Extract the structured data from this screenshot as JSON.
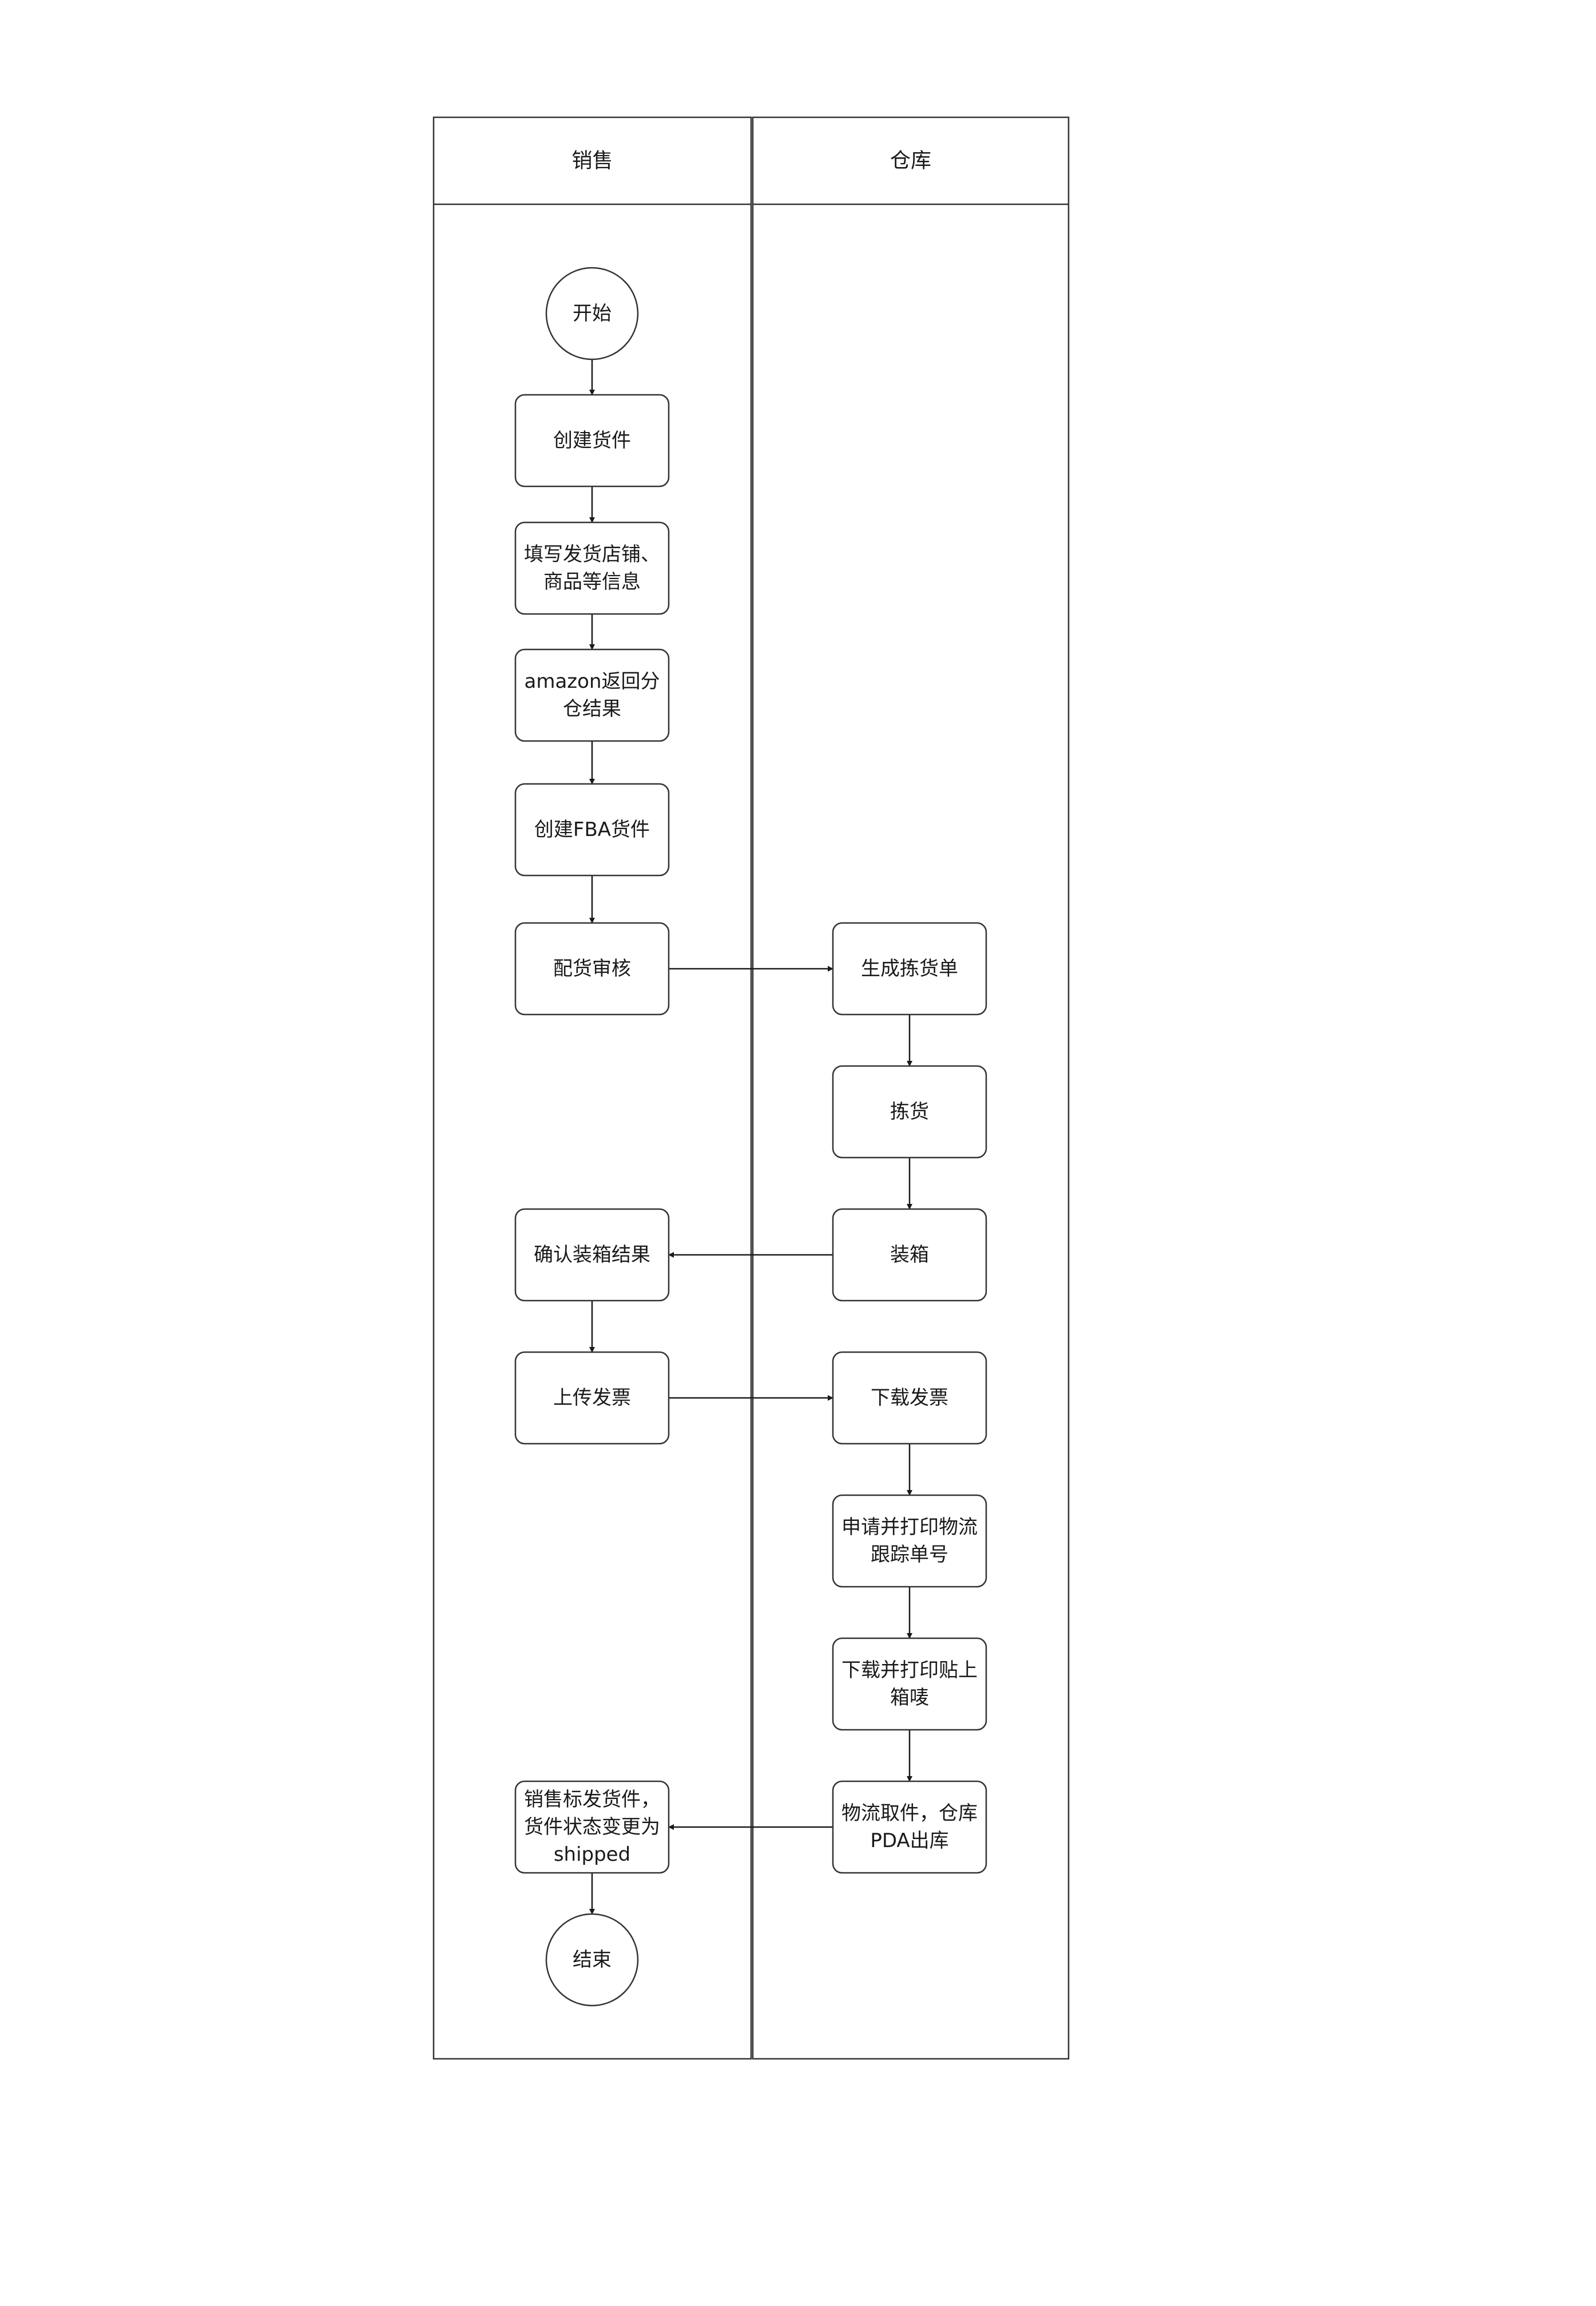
{
  "lanes": [
    {
      "id": "sales",
      "title": "销售"
    },
    {
      "id": "warehouse",
      "title": "仓库"
    }
  ],
  "nodes": [
    {
      "id": "start",
      "lane": "sales",
      "shape": "circle",
      "lines": [
        "开始"
      ]
    },
    {
      "id": "create-shipment",
      "lane": "sales",
      "shape": "rect",
      "lines": [
        "创建货件"
      ]
    },
    {
      "id": "fill-info",
      "lane": "sales",
      "shape": "rect",
      "lines": [
        "填写发货店铺、",
        "商品等信息"
      ]
    },
    {
      "id": "amazon-result",
      "lane": "sales",
      "shape": "rect",
      "lines": [
        "amazon返回分",
        "仓结果"
      ]
    },
    {
      "id": "create-fba",
      "lane": "sales",
      "shape": "rect",
      "lines": [
        "创建FBA货件"
      ]
    },
    {
      "id": "allocation-review",
      "lane": "sales",
      "shape": "rect",
      "lines": [
        "配货审核"
      ]
    },
    {
      "id": "generate-picklist",
      "lane": "warehouse",
      "shape": "rect",
      "lines": [
        "生成拣货单"
      ]
    },
    {
      "id": "picking",
      "lane": "warehouse",
      "shape": "rect",
      "lines": [
        "拣货"
      ]
    },
    {
      "id": "packing",
      "lane": "warehouse",
      "shape": "rect",
      "lines": [
        "装箱"
      ]
    },
    {
      "id": "confirm-packing",
      "lane": "sales",
      "shape": "rect",
      "lines": [
        "确认装箱结果"
      ]
    },
    {
      "id": "upload-invoice",
      "lane": "sales",
      "shape": "rect",
      "lines": [
        "上传发票"
      ]
    },
    {
      "id": "download-invoice",
      "lane": "warehouse",
      "shape": "rect",
      "lines": [
        "下载发票"
      ]
    },
    {
      "id": "apply-tracking",
      "lane": "warehouse",
      "shape": "rect",
      "lines": [
        "申请并打印物流",
        "跟踪单号"
      ]
    },
    {
      "id": "print-box-label",
      "lane": "warehouse",
      "shape": "rect",
      "lines": [
        "下载并打印贴上",
        "箱唛"
      ]
    },
    {
      "id": "logistics-pickup",
      "lane": "warehouse",
      "shape": "rect",
      "lines": [
        "物流取件，仓库",
        "PDA出库"
      ]
    },
    {
      "id": "mark-shipped",
      "lane": "sales",
      "shape": "rect",
      "lines": [
        "销售标发货件，",
        "货件状态变更为",
        "shipped"
      ]
    },
    {
      "id": "end",
      "lane": "sales",
      "shape": "circle",
      "lines": [
        "结束"
      ]
    }
  ],
  "edges": [
    {
      "from": "start",
      "to": "create-shipment"
    },
    {
      "from": "create-shipment",
      "to": "fill-info"
    },
    {
      "from": "fill-info",
      "to": "amazon-result"
    },
    {
      "from": "amazon-result",
      "to": "create-fba"
    },
    {
      "from": "create-fba",
      "to": "allocation-review"
    },
    {
      "from": "allocation-review",
      "to": "generate-picklist"
    },
    {
      "from": "generate-picklist",
      "to": "picking"
    },
    {
      "from": "picking",
      "to": "packing"
    },
    {
      "from": "packing",
      "to": "confirm-packing"
    },
    {
      "from": "confirm-packing",
      "to": "upload-invoice"
    },
    {
      "from": "upload-invoice",
      "to": "download-invoice"
    },
    {
      "from": "download-invoice",
      "to": "apply-tracking"
    },
    {
      "from": "apply-tracking",
      "to": "print-box-label"
    },
    {
      "from": "print-box-label",
      "to": "logistics-pickup"
    },
    {
      "from": "logistics-pickup",
      "to": "mark-shipped"
    },
    {
      "from": "mark-shipped",
      "to": "end"
    }
  ]
}
